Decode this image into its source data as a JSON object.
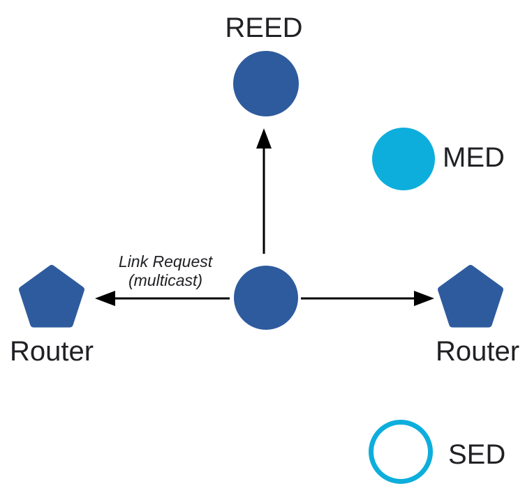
{
  "diagram": {
    "reed": {
      "label": "REED",
      "shape": "filled-circle"
    },
    "med": {
      "label": "MED",
      "shape": "filled-circle"
    },
    "sed": {
      "label": "SED",
      "shape": "outlined-circle"
    },
    "router_left": {
      "label": "Router",
      "shape": "pentagon"
    },
    "router_right": {
      "label": "Router",
      "shape": "pentagon"
    },
    "center_node": {
      "label": "",
      "shape": "filled-circle"
    },
    "annotation": {
      "line1": "Link Request",
      "line2": "(multicast)"
    },
    "arrows": [
      {
        "name": "center-to-reed",
        "direction": "up"
      },
      {
        "name": "center-to-router-left",
        "direction": "left"
      },
      {
        "name": "center-to-router-right",
        "direction": "right"
      }
    ],
    "colors": {
      "node-fill": "#2E5B9D",
      "accent": "#0DAEDC",
      "arrow": "#000000",
      "text": "#202124"
    }
  }
}
